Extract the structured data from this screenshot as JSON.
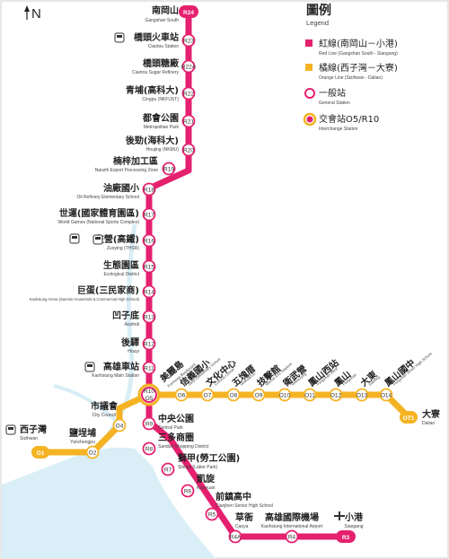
{
  "north_label": "N",
  "legend": {
    "title": "圖例",
    "title_en": "Legend",
    "items": [
      {
        "label": "紅線(南岡山－小港)",
        "sub": "Red Line (Gangshan South - Siaogang)"
      },
      {
        "label": "橘線(西子灣－大寮)",
        "sub": "Orange Line (Sizihwan - Daliao)"
      },
      {
        "label": "一般站",
        "sub": "General Station"
      },
      {
        "label": "交會站O5/R10",
        "sub": "Interchange Station"
      }
    ]
  },
  "colors": {
    "red_line": "#E5206F",
    "orange_line": "#F5B323",
    "water": "#D9EEF6",
    "station_fill": "#ffffff"
  },
  "red_stations": [
    {
      "code": "R24",
      "zh": "南岡山",
      "en": "Gangshan South",
      "terminal": true
    },
    {
      "code": "R23",
      "zh": "橋頭火車站",
      "en": "Ciaotou Station",
      "rail": true
    },
    {
      "code": "R22A",
      "zh": "橋頭糖廠",
      "en": "Ciaotou Sugar Refinery"
    },
    {
      "code": "R22",
      "zh": "青埔(高科大)",
      "en": "Cingpu (NKFUST)"
    },
    {
      "code": "R21",
      "zh": "都會公園",
      "en": "Metropolitan Park"
    },
    {
      "code": "R20",
      "zh": "後勁(海科大)",
      "en": "Houjing (NKMU)"
    },
    {
      "code": "R19",
      "zh": "楠梓加工區",
      "en": "Nanzih Export Processing Zone"
    },
    {
      "code": "R18",
      "zh": "油廠國小",
      "en": "Oil Refinery Elementary School"
    },
    {
      "code": "R17",
      "zh": "世運(國家體育園區)",
      "en": "World Games (National Sports Complex)"
    },
    {
      "code": "R16",
      "zh": "左營(高鐵)",
      "en": "Zuoying (THSR)",
      "rail": true,
      "hsr": true
    },
    {
      "code": "R15",
      "zh": "生態園區",
      "en": "Ecological District"
    },
    {
      "code": "R14",
      "zh": "巨蛋(三民家商)",
      "en": "Kaohsiung Arena (Sanmin Household & Commercial High School)"
    },
    {
      "code": "R13",
      "zh": "凹子底",
      "en": "Aozihdi"
    },
    {
      "code": "R12",
      "zh": "後驛",
      "en": "Houyi"
    },
    {
      "code": "R11",
      "zh": "高雄車站",
      "en": "Kaohsiung Main Station",
      "rail": true
    },
    {
      "code": "R9",
      "zh": "中央公園",
      "en": "Central Park"
    },
    {
      "code": "R8",
      "zh": "三多商圈",
      "en": "Sanduo Shopping District"
    },
    {
      "code": "R7",
      "zh": "獅甲(勞工公園)",
      "en": "Shihjia (Labor Park)"
    },
    {
      "code": "R6",
      "zh": "凱旋",
      "en": "Kaisyuan"
    },
    {
      "code": "R5",
      "zh": "前鎮高中",
      "en": "Cianjhen Senior High School"
    },
    {
      "code": "R4A",
      "zh": "草衙",
      "en": "Caoya"
    },
    {
      "code": "R4",
      "zh": "高雄國際機場",
      "en": "Kaohsiung International Airport",
      "airport": true
    },
    {
      "code": "R3",
      "zh": "小港",
      "en": "Siaogang",
      "terminal": true
    }
  ],
  "interchange": {
    "code1": "R10",
    "code2": "O5",
    "zh": "美麗島",
    "en": "Formosa Boulevard"
  },
  "orange_stations": [
    {
      "code": "O1",
      "zh": "西子灣",
      "en": "Sizihwan",
      "terminal": true,
      "rail": true
    },
    {
      "code": "O2",
      "zh": "鹽埕埔",
      "en": "Yanchengpu"
    },
    {
      "code": "O4",
      "zh": "市議會",
      "en": "City Council"
    },
    {
      "code": "O6",
      "zh": "信義國小",
      "en": "Sinyi Elementary School"
    },
    {
      "code": "O7",
      "zh": "文化中心",
      "en": "Cultural Center"
    },
    {
      "code": "O8",
      "zh": "五塊厝",
      "en": "Wukuaicuo"
    },
    {
      "code": "O9",
      "zh": "技擊館",
      "en": "Martial Arts Stadium"
    },
    {
      "code": "O10",
      "zh": "衛武營",
      "en": "Weiwuying"
    },
    {
      "code": "O11",
      "zh": "鳳山西站",
      "en": "Fongshan West"
    },
    {
      "code": "O12",
      "zh": "鳳山",
      "en": "Fongshan"
    },
    {
      "code": "O13",
      "zh": "大東",
      "en": "Dadong"
    },
    {
      "code": "O14",
      "zh": "鳳山國中",
      "en": "Fongshan Junior High School"
    },
    {
      "code": "OT1",
      "zh": "大寮",
      "en": "Daliao",
      "terminal": true
    }
  ]
}
